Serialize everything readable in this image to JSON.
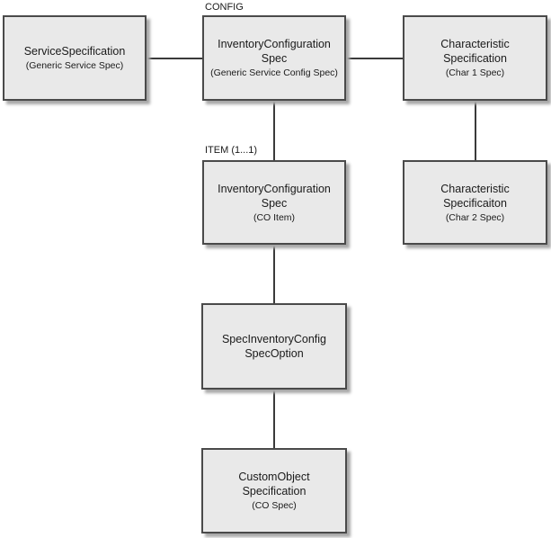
{
  "diagram": {
    "edge_labels": {
      "config": "CONFIG",
      "item": "ITEM (1...1)"
    },
    "nodes": [
      {
        "title": "ServiceSpecification",
        "subtitle": "(Generic Service Spec)"
      },
      {
        "title": "InventoryConfiguration Spec",
        "subtitle": "(Generic Service Config Spec)"
      },
      {
        "title": "Characteristic Specification",
        "subtitle": "(Char 1 Spec)"
      },
      {
        "title": "InventoryConfiguration Spec",
        "subtitle": "(CO Item)"
      },
      {
        "title": "Characteristic Specificaiton",
        "subtitle": "(Char 2 Spec)"
      },
      {
        "title": "SpecInventoryConfig SpecOption",
        "subtitle": ""
      },
      {
        "title": "CustomObject Specification",
        "subtitle": "(CO Spec)"
      }
    ],
    "colors": {
      "background": "#ffffff",
      "node_fill": "#e9e9e9",
      "node_border": "#4a4a4a",
      "connector": "#3a3a3a",
      "shadow": "#a8a8a8",
      "text": "#1a1a1a"
    }
  }
}
